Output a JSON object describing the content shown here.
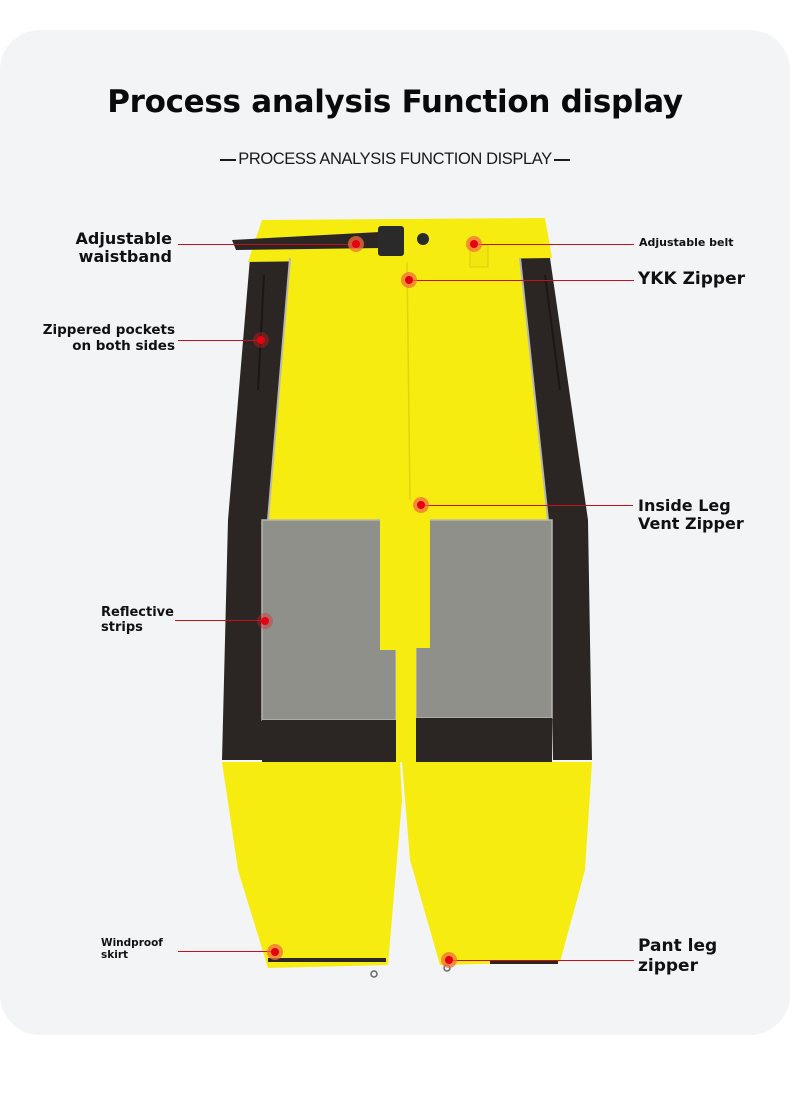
{
  "header": {
    "title": "Process analysis  Function display",
    "subtitle": "PROCESS ANALYSIS FUNCTION DISPLAY"
  },
  "product": {
    "name": "snow-pants",
    "colors": {
      "main": "#f6ec10",
      "side_panel": "#2b2623",
      "reflective": "#8f908a",
      "marker": "#e60012",
      "marker_halo": "#f4773c",
      "leader_line": "#c8101a",
      "card_bg": "#f3f4f6"
    }
  },
  "callouts": [
    {
      "id": "adjustable-waistband",
      "text": "Adjustable\nwaistband",
      "line1": "Adjustable",
      "line2": "waistband",
      "side": "left"
    },
    {
      "id": "zippered-pockets",
      "text": "Zippered pockets on both sides",
      "line1": "Zippered pockets",
      "line2": "on both sides",
      "side": "left"
    },
    {
      "id": "reflective-strips",
      "text": "Reflective strips",
      "line1": "Reflective",
      "line2": "strips",
      "side": "left"
    },
    {
      "id": "windproof-skirt",
      "text": "Windproof skirt",
      "line1": "Windproof",
      "line2": "skirt",
      "side": "left"
    },
    {
      "id": "adjustable-belt",
      "text": "Adjustable belt",
      "line1": "Adjustable belt",
      "side": "right"
    },
    {
      "id": "ykk-zipper",
      "text": "YKK Zipper",
      "line1": "YKK Zipper",
      "side": "right"
    },
    {
      "id": "inside-leg-vent-zipper",
      "text": "Inside Leg Vent Zipper",
      "line1": "Inside Leg",
      "line2": "Vent Zipper",
      "side": "right"
    },
    {
      "id": "pant-leg-zipper",
      "text": "Pant leg zipper",
      "line1": "Pant leg",
      "line2": "zipper",
      "side": "right"
    }
  ]
}
